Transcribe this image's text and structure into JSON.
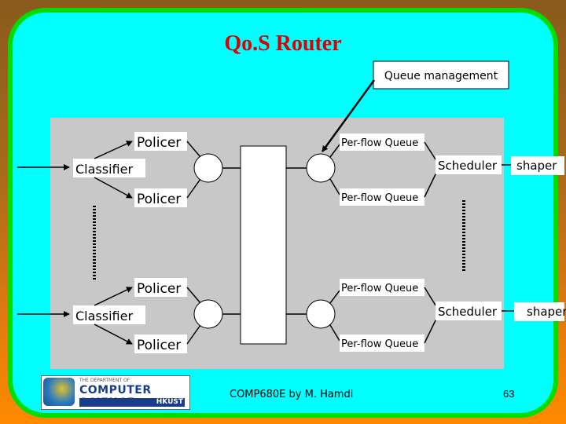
{
  "slide": {
    "title": "Qo.S Router",
    "footer": "COMP680E by M. Hamdi",
    "page_number": "63",
    "logo": {
      "dept_text": "THE DEPARTMENT OF",
      "name": "COMPUTER SCIENCE",
      "school": "HKUST"
    }
  },
  "diagram": {
    "queue_management": "Queue management",
    "classifiers": [
      "Classifier",
      "Classifier"
    ],
    "policers": [
      "Policer",
      "Policer",
      "Policer",
      "Policer"
    ],
    "per_flow_queues": [
      "Per-flow Queue",
      "Per-flow Queue",
      "Per-flow Queue",
      "Per-flow Queue"
    ],
    "schedulers": [
      "Scheduler",
      "Scheduler"
    ],
    "shapers": [
      "shaper",
      "shaper"
    ]
  }
}
